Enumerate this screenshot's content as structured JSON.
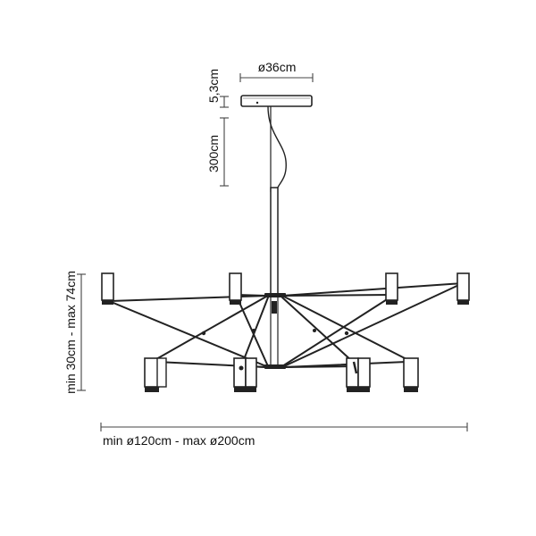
{
  "dimensions": {
    "canopy_diameter": "ø36cm",
    "canopy_height": "5,3cm",
    "cable_length": "300cm",
    "height_range": "min 30cm - max 74cm",
    "width_range": "min ø120cm - max ø200cm"
  }
}
